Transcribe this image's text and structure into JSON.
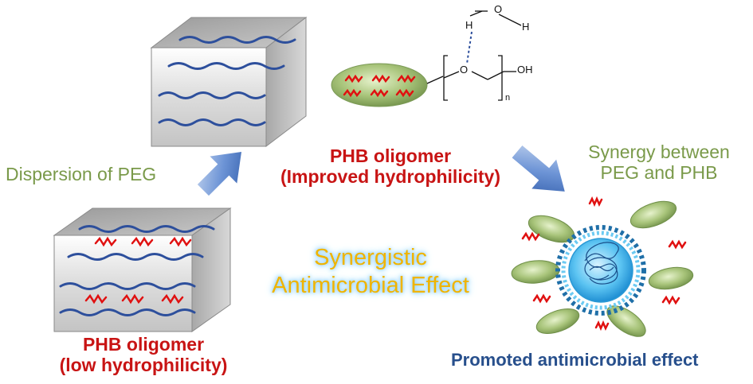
{
  "labels": {
    "dispersion": "Dispersion of PEG",
    "phb_improved_line1": "PHB oligomer",
    "phb_improved_line2": "(Improved hydrophilicity)",
    "synergy_line1": "Synergy between",
    "synergy_line2": "PEG and PHB",
    "synergistic_line1": "Synergistic",
    "synergistic_line2": "Antimicrobial Effect",
    "phb_low_line1": "PHB oligomer",
    "phb_low_line2": "(low hydrophilicity)",
    "promoted": "Promoted antimicrobial effect"
  },
  "chem": {
    "H_top": "H",
    "O_water": "O",
    "H_right": "H",
    "O_chain": "O",
    "OH": "OH",
    "n": "n"
  },
  "colors": {
    "peg_chain": "#2d4f9c",
    "phb_chain": "#e01010",
    "arrow": "#4a72c4",
    "ellipse_green": "#9cbc6a",
    "bacterium_blue": "#3aaee8"
  }
}
